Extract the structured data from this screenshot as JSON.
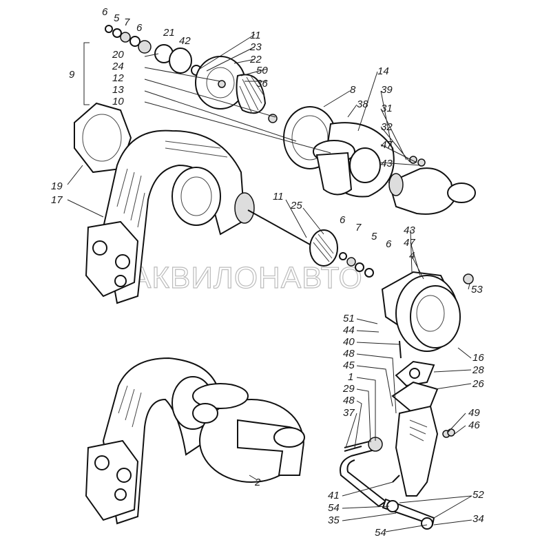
{
  "watermark": "АКВИЛОНАВТО",
  "labels": [
    "6",
    "5",
    "7",
    "6",
    "21",
    "42",
    "11",
    "23",
    "22",
    "50",
    "36",
    "20",
    "24",
    "12",
    "13",
    "10",
    "9",
    "14",
    "8",
    "39",
    "38",
    "31",
    "32",
    "47",
    "43",
    "19",
    "17",
    "11",
    "25",
    "6",
    "7",
    "5",
    "6",
    "43",
    "47",
    "4",
    "53",
    "51",
    "44",
    "40",
    "48",
    "45",
    "1",
    "29",
    "48",
    "37",
    "16",
    "28",
    "26",
    "49",
    "46",
    "2",
    "52",
    "41",
    "54",
    "35",
    "54",
    "34"
  ]
}
